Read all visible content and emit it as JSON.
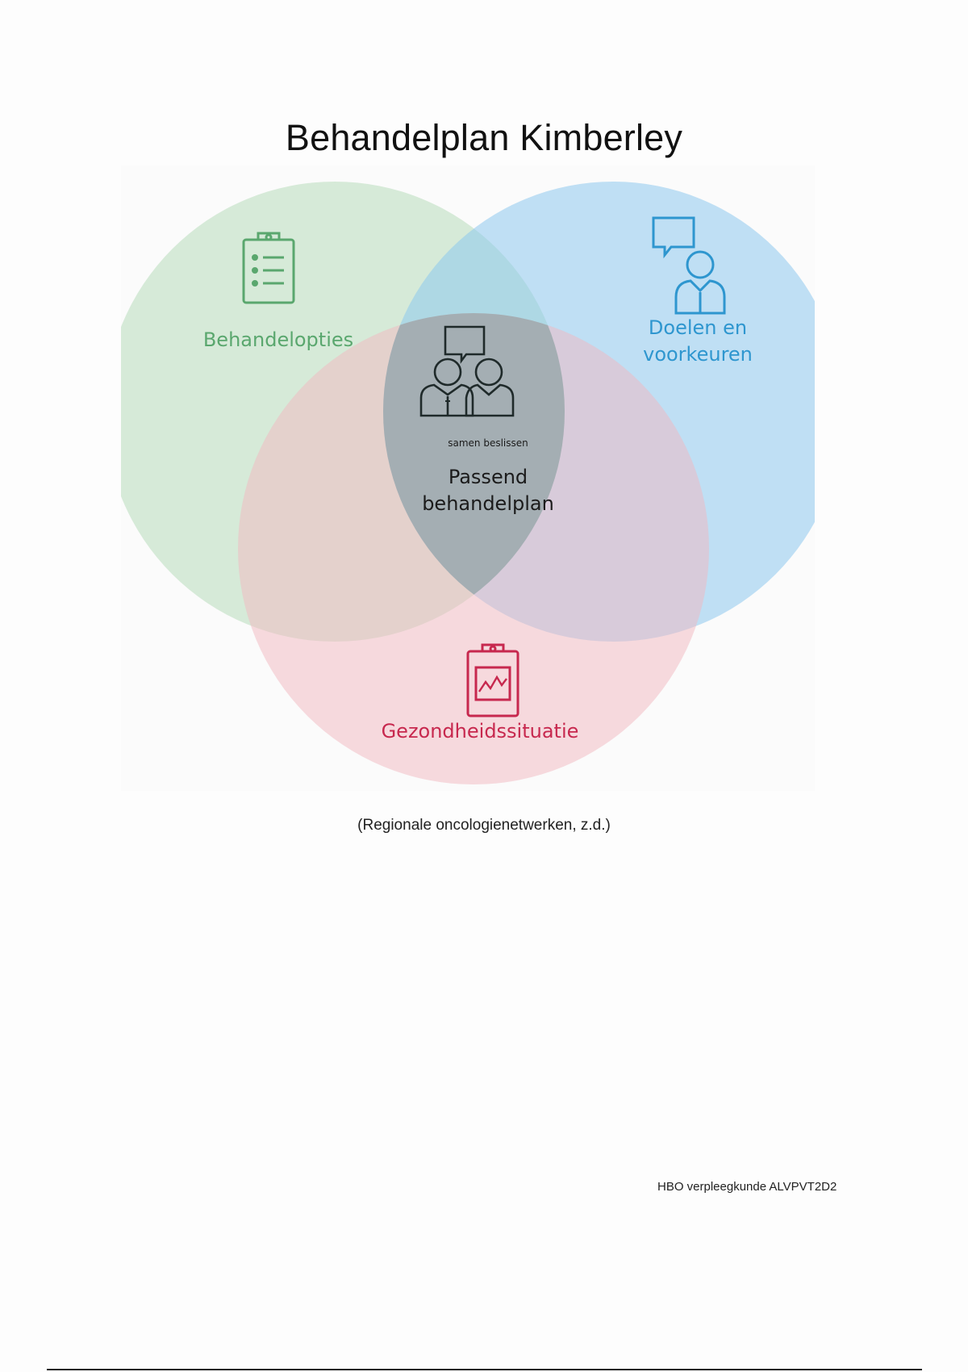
{
  "document": {
    "title": "Behandelplan Kimberley",
    "caption": "(Regionale oncologienetwerken, z.d.)",
    "footer_note": "HBO verpleegkunde ALVPVT2D2"
  },
  "diagram": {
    "sets": [
      {
        "label": "Behandelopties",
        "color": "#5aa76e",
        "icon": "clipboard-list-icon"
      },
      {
        "label": "Doelen en voorkeuren",
        "color": "#2e96cf",
        "icon": "person-speech-icon"
      },
      {
        "label": "Gezondheidssituatie",
        "color": "#c7284e",
        "icon": "clipboard-chart-icon"
      }
    ],
    "center": {
      "icon": "two-people-speech-icon",
      "icon_caption": "samen beslissen",
      "label": "Passend behandelplan"
    },
    "fills": {
      "green": "#b8dcbc",
      "blue": "#8ec9ee",
      "red": "#f2b8bf"
    }
  }
}
